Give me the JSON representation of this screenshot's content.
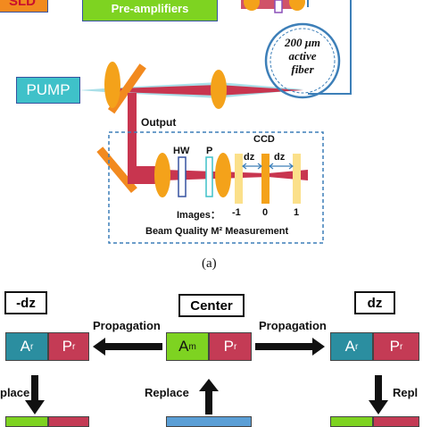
{
  "top": {
    "sld_label": "SLD",
    "preamp_label": "Pre-amplifiers",
    "fiber_value": "200 μm",
    "fiber_line2": "active",
    "fiber_line3": "fiber",
    "pump_label": "PUMP",
    "output_label": "Output",
    "hw_label": "HW",
    "p_label": "P",
    "ccd_label": "CCD",
    "dz_left": "dz",
    "dz_right": "dz",
    "images_label": "Images：",
    "image_indices": [
      "-1",
      "0",
      "1"
    ],
    "measurement_label": "Beam Quality M² Measurement",
    "caption": "(a)"
  },
  "bottom": {
    "left_title": "-dz",
    "center_title": "Center",
    "right_title": "dz",
    "prop_left": "Propagation",
    "prop_right": "Propagation",
    "left_cells": [
      "A",
      "r",
      "P",
      "r"
    ],
    "center_cells": [
      "A",
      "m",
      "P",
      "r"
    ],
    "right_cells": [
      "A",
      "r",
      "P",
      "r"
    ],
    "replace_left": "place",
    "replace_center": "Replace",
    "replace_right": "Repl"
  },
  "colors": {
    "beam": "#c8354f",
    "lens": "#f4a21a",
    "sld_box": "#f28a1f",
    "preamp_box": "#7ed321",
    "pump_box": "#3fc1c9",
    "amp_teal": "#2b8ea0",
    "phase_red": "#c43b55",
    "green": "#7ed321"
  }
}
